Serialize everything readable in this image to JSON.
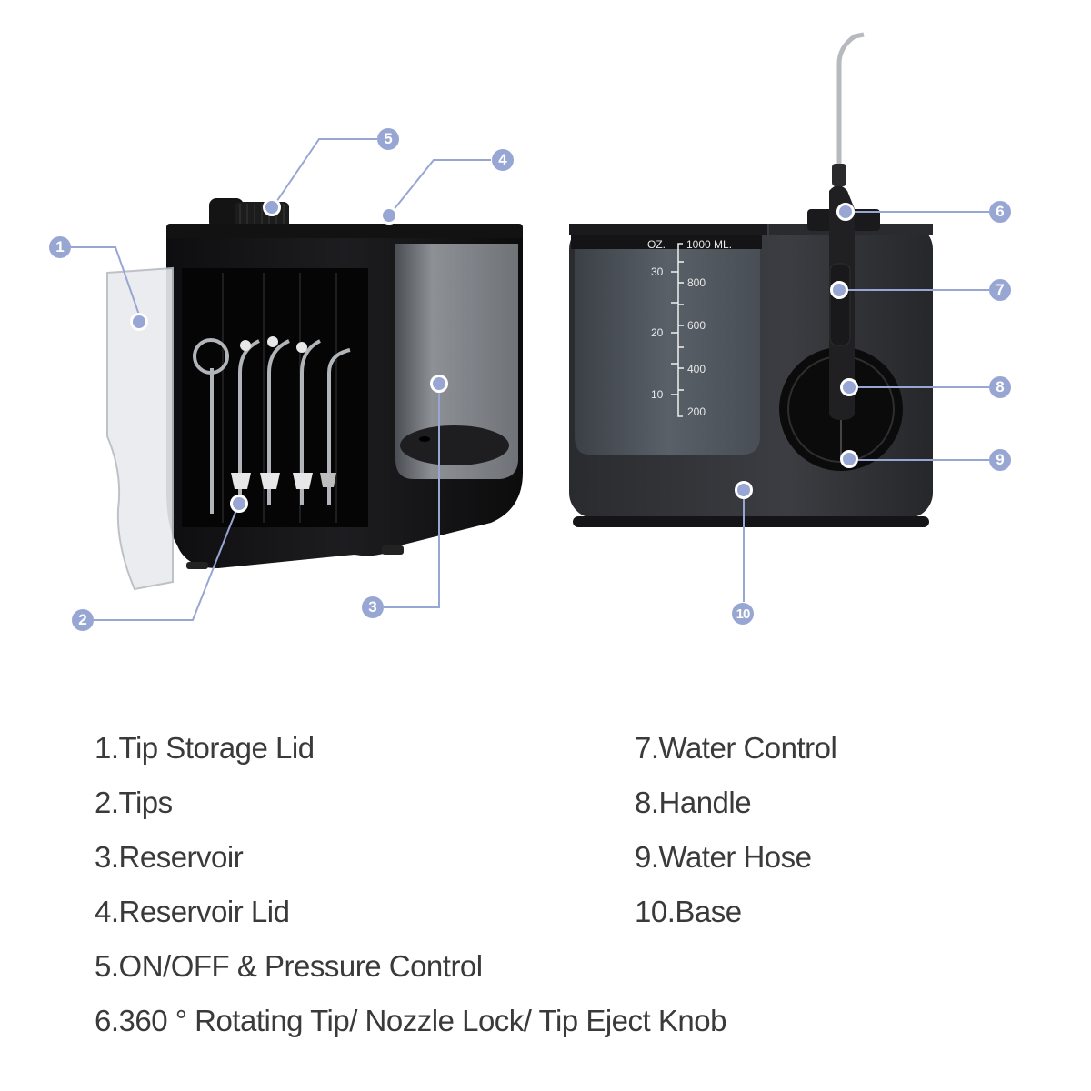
{
  "diagram": {
    "title": "Water Flosser Parts Diagram",
    "left_view": "tip-storage side with lid open",
    "right_view": "front view with reservoir scale and handle",
    "accent_color": "#97a6d3",
    "body_color": "#1c1c1e",
    "reservoir_scale": {
      "oz_header": "OZ.",
      "ml_header": "1000 ML.",
      "oz_ticks": [
        "30",
        "20",
        "10"
      ],
      "ml_ticks": [
        "800",
        "600",
        "400",
        "200"
      ]
    },
    "callouts": [
      {
        "num": "1",
        "label": "Tip Storage Lid"
      },
      {
        "num": "2",
        "label": "Tips"
      },
      {
        "num": "3",
        "label": "Reservoir"
      },
      {
        "num": "4",
        "label": "Reservoir Lid"
      },
      {
        "num": "5",
        "label": "ON/OFF & Pressure Control"
      },
      {
        "num": "6",
        "label": "360 ° Rotating Tip/ Nozzle Lock/ Tip Eject Knob"
      },
      {
        "num": "7",
        "label": "Water Control"
      },
      {
        "num": "8",
        "label": "Handle"
      },
      {
        "num": "9",
        "label": "Water Hose"
      },
      {
        "num": "10",
        "label": "Base"
      }
    ]
  },
  "legend": [
    "1.Tip Storage Lid",
    "2.Tips",
    "3.Reservoir",
    "4.Reservoir Lid",
    "5.ON/OFF & Pressure Control",
    "6.360 ° Rotating Tip/ Nozzle Lock/ Tip Eject Knob",
    "7.Water Control",
    "8.Handle",
    "9.Water Hose",
    "10.Base"
  ]
}
